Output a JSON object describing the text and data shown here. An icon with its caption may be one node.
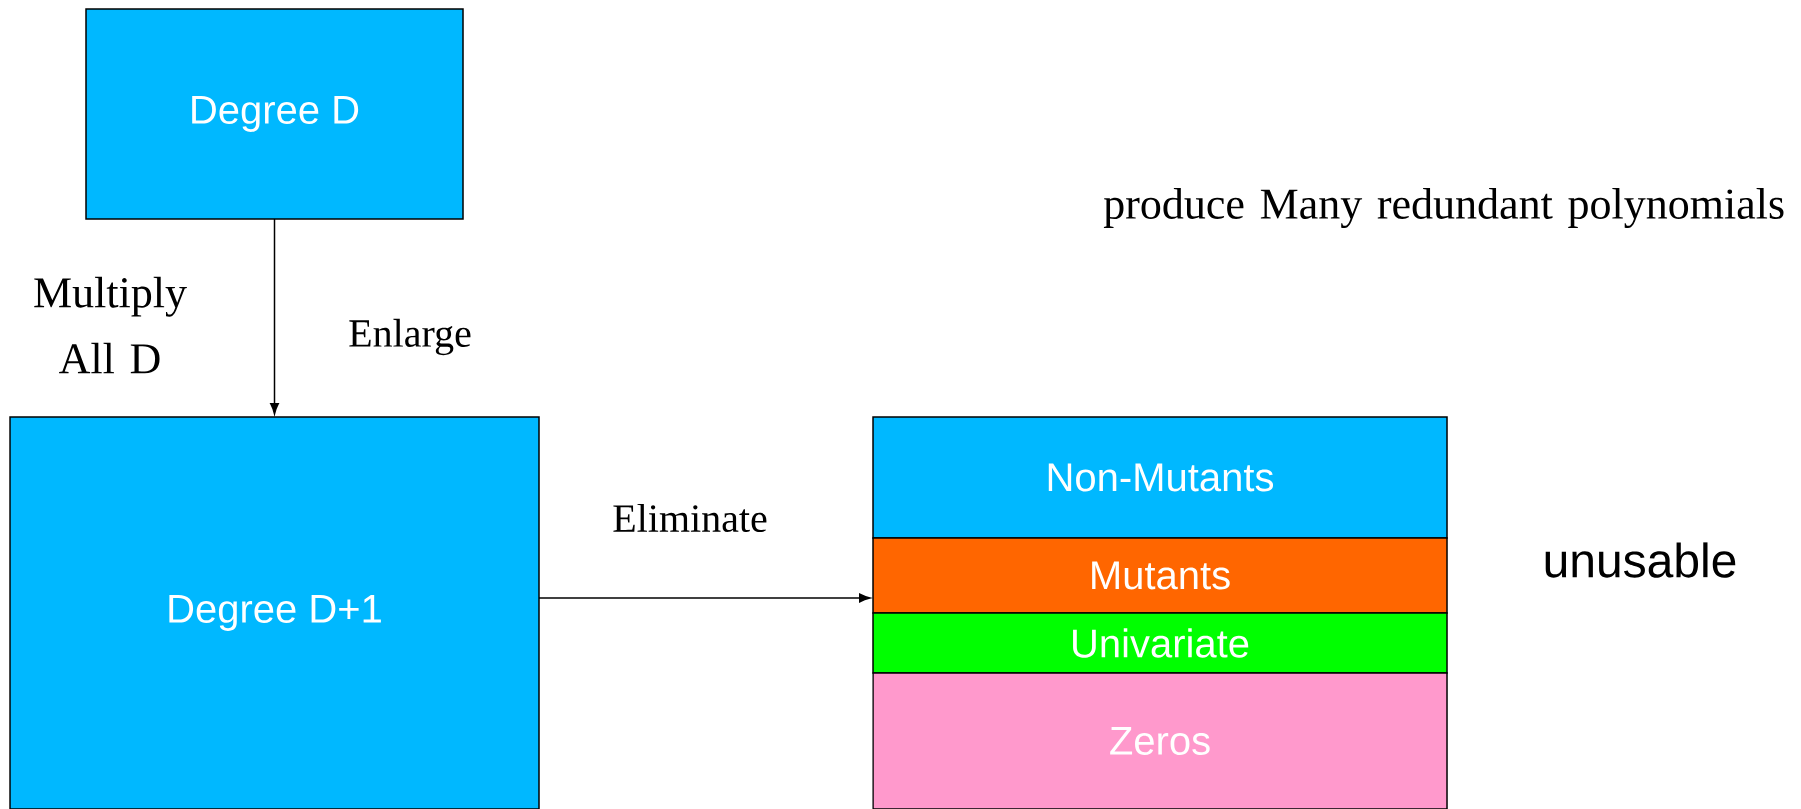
{
  "diagram": {
    "nodes": [
      {
        "text": [
          "Degree D"
        ]
      },
      {
        "text": [
          "Degree D+1"
        ]
      },
      {
        "text": [
          "Non-Mutants"
        ]
      },
      {
        "text": [
          "Mutants"
        ]
      },
      {
        "text": [
          "Univariate"
        ]
      },
      {
        "text": [
          "Zeros"
        ]
      }
    ],
    "edges": [
      {
        "from": 0,
        "to": 1,
        "arrow": "to",
        "label": "Enlarge"
      },
      {
        "from": 1,
        "to": 3,
        "arrow": "to",
        "label": "Eliminate"
      }
    ],
    "labels": [
      "Multiply All D",
      "produce Many redundant polynomials",
      "unusable"
    ]
  }
}
